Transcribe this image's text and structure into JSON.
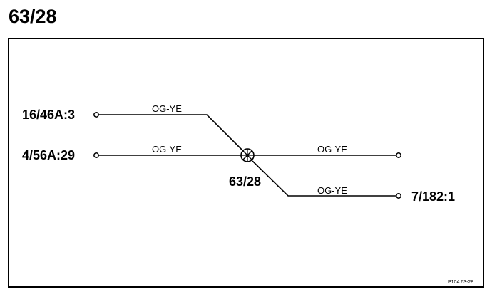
{
  "title": "63/28",
  "diagram": {
    "splice_label": "63/28",
    "wire_color": "OG-YE",
    "connections": [
      {
        "id": "left-top",
        "pin": "16/46A:3",
        "wire": "OG-YE"
      },
      {
        "id": "left-mid",
        "pin": "4/56A:29",
        "wire": "OG-YE"
      },
      {
        "id": "right-mid",
        "pin": "",
        "wire": "OG-YE"
      },
      {
        "id": "right-bottom",
        "pin": "7/182:1",
        "wire": "OG-YE"
      }
    ],
    "footer_ref": "P104  63-28"
  }
}
